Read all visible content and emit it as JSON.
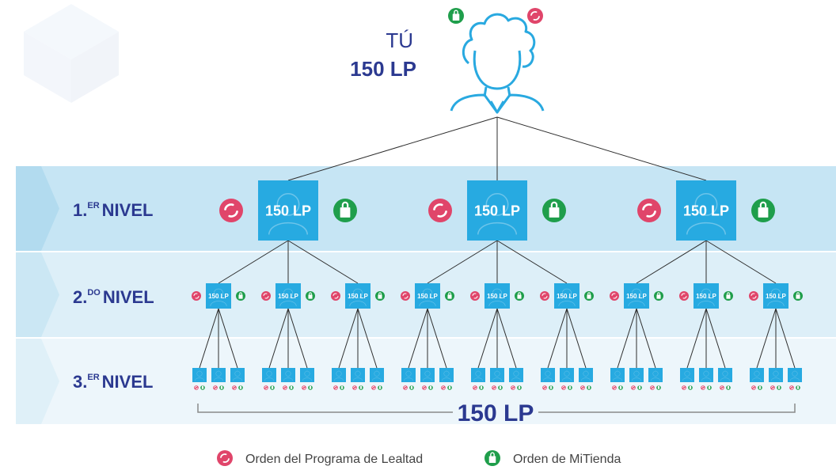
{
  "you": {
    "label": "TÚ",
    "points": "150 LP"
  },
  "levels": [
    {
      "prefix": "1.",
      "sup": "ER",
      "label": "NIVEL"
    },
    {
      "prefix": "2.",
      "sup": "DO",
      "label": "NIVEL"
    },
    {
      "prefix": "3.",
      "sup": "ER",
      "label": "NIVEL"
    }
  ],
  "node_label": "150 LP",
  "third_level_total": "150 LP",
  "legend": [
    {
      "icon": "loyalty-order-icon",
      "text": "Orden del Programa de Lealtad"
    },
    {
      "icon": "mitienda-order-icon",
      "text": "Orden de MiTienda"
    }
  ],
  "colors": {
    "navy": "#2b3990",
    "node_blue": "#27aae1",
    "loyalty_pink": "#e0456a",
    "mitienda_green": "#1f9e4b",
    "band_level1": "#c6e5f4",
    "band_level2": "#ddeff8",
    "band_level3": "#edf6fb"
  }
}
